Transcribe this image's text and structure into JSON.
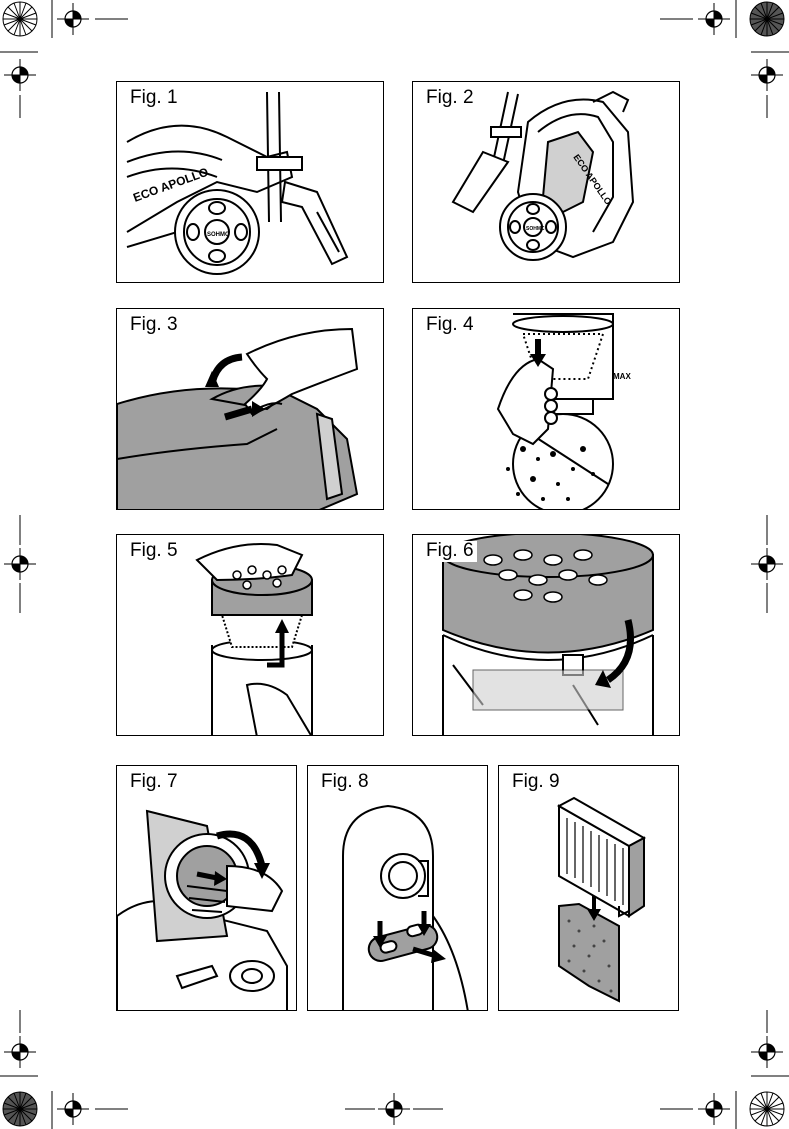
{
  "figures": [
    {
      "label": "Fig. 1",
      "brand": "ECO APOLLO",
      "wheel_brand": "SOHMC"
    },
    {
      "label": "Fig. 2",
      "brand": "ECO APOLLO",
      "wheel_brand": "SOHMC"
    },
    {
      "label": "Fig. 3"
    },
    {
      "label": "Fig. 4",
      "mark": "MAX"
    },
    {
      "label": "Fig. 5"
    },
    {
      "label": "Fig. 6"
    },
    {
      "label": "Fig. 7"
    },
    {
      "label": "Fig. 8"
    },
    {
      "label": "Fig. 9"
    }
  ],
  "colors": {
    "line": "#000000",
    "shade": "#a0a0a0",
    "light_shade": "#d0d0d0",
    "paper": "#ffffff"
  }
}
